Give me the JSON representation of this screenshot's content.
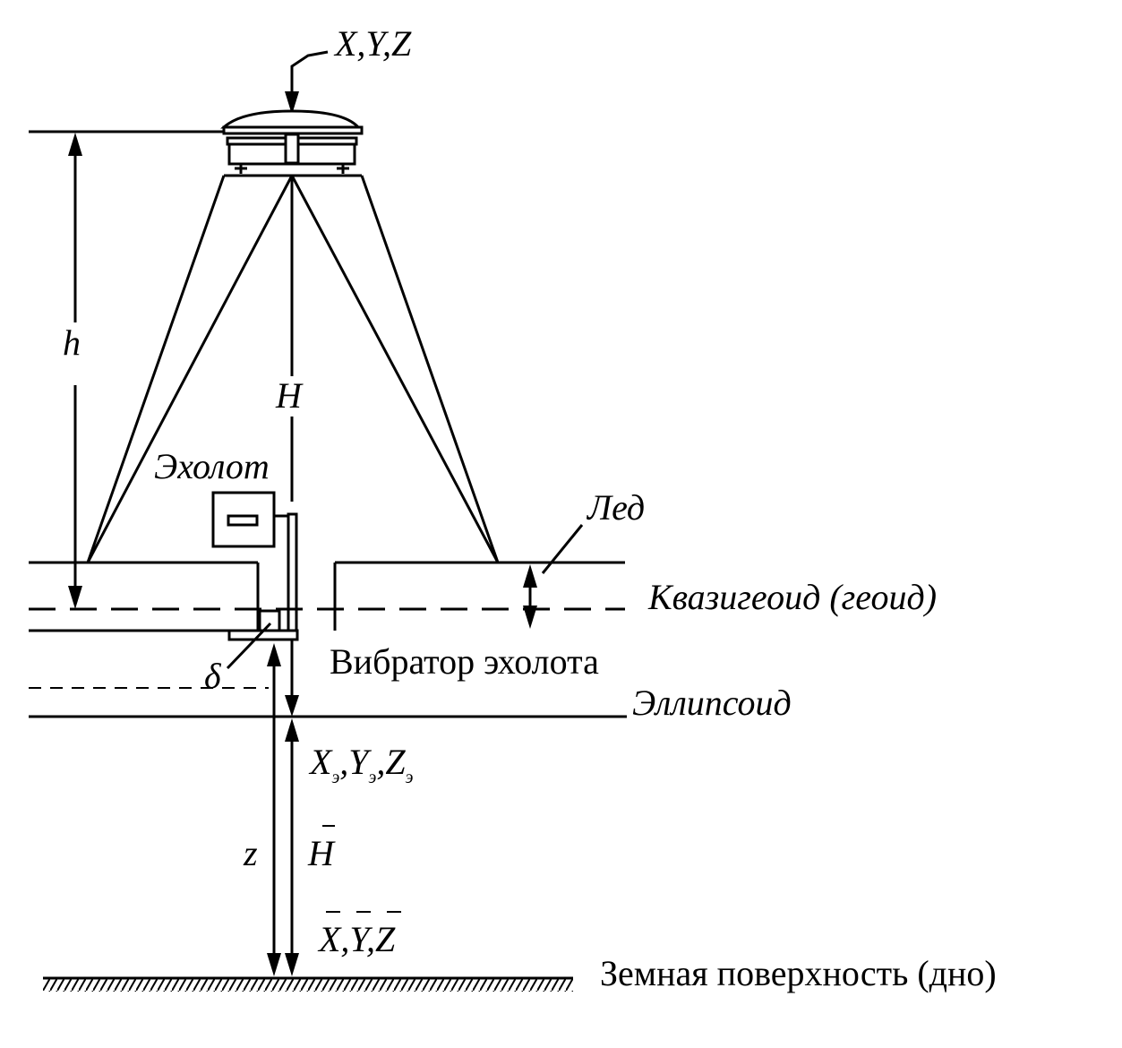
{
  "labels": {
    "receiver_coords": "X,Y,Z",
    "h": "h",
    "H": "H",
    "echo_sounder": "Эхолот",
    "ice": "Лед",
    "quasigeoid": "Квазигеоид (геоид)",
    "vibrator": "Вибратор эхолота",
    "delta": "δ",
    "ellipsoid": "Эллипсоид",
    "ell_coords": {
      "x": "X",
      "y": "Y",
      "z": "Z",
      "sub": "э",
      "sep": ","
    },
    "z": "z",
    "H_bar": "H",
    "bottom_coords": "X,Y,Z",
    "surface": "Земная поверхность (дно)"
  }
}
